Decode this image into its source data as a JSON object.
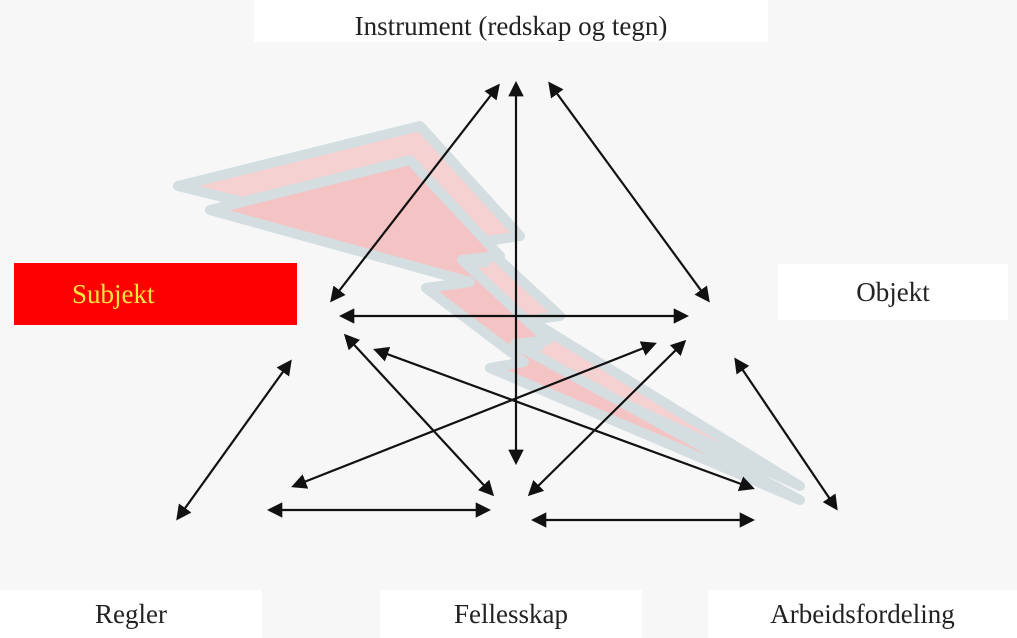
{
  "labels": {
    "instrument": "Instrument (redskap og tegn)",
    "subjekt": "Subjekt",
    "objekt": "Objekt",
    "regler": "Regler",
    "fellesskap": "Fellesskap",
    "arbeidsfordeling": "Arbeidsfordeling"
  },
  "colors": {
    "subjekt_bg": "#ff0000",
    "subjekt_text": "#f5e640",
    "arrow": "#111111",
    "lightning_fill": "#f4a6a6",
    "lightning_stroke": "#b7c6cc"
  }
}
